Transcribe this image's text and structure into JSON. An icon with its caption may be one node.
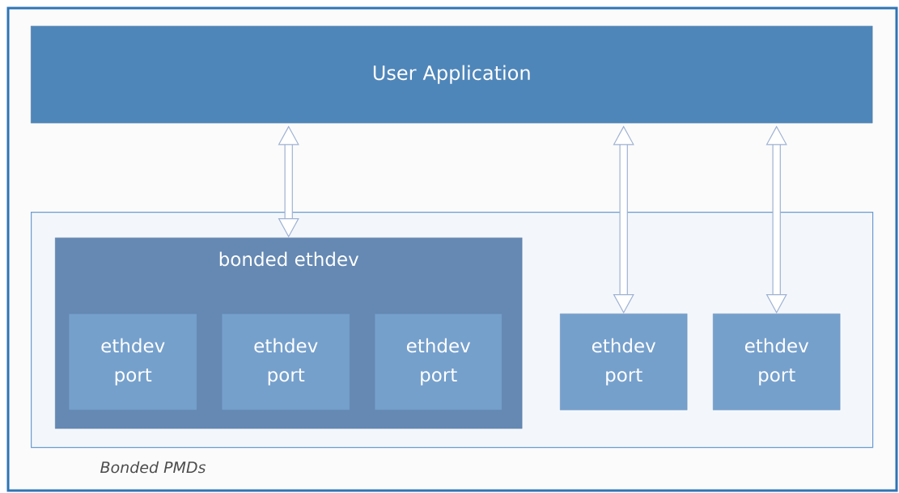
{
  "diagram": {
    "caption": "Bonded PMDs",
    "nodes": [
      {
        "text": [
          "User Application"
        ]
      },
      {
        "text": [],
        "shape": "box"
      },
      {
        "text": [
          "bonded ethdev"
        ],
        "in": 1
      },
      {
        "text": [
          "ethdev port"
        ],
        "in": 2
      },
      {
        "text": [
          "ethdev port"
        ],
        "in": 2
      },
      {
        "text": [
          "ethdev port"
        ],
        "in": 2
      },
      {
        "text": [
          "ethdev port"
        ],
        "in": 1
      },
      {
        "text": [
          "ethdev port"
        ],
        "in": 1
      }
    ],
    "edges": [
      {
        "from": 0,
        "to": 2,
        "arrow": "both"
      },
      {
        "from": 0,
        "to": 6,
        "arrow": "both"
      },
      {
        "from": 0,
        "to": 7,
        "arrow": "both"
      }
    ]
  }
}
